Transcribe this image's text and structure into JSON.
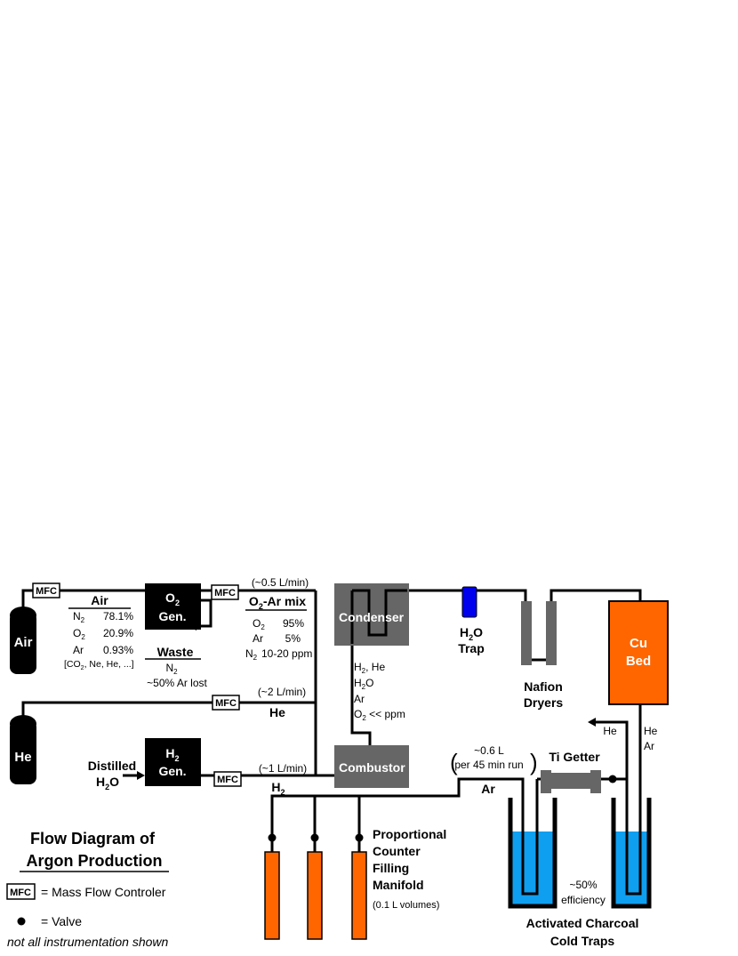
{
  "title": {
    "line1": "Flow Diagram of",
    "line2": "Argon Production"
  },
  "legend": {
    "mfc_box": "MFC",
    "mfc_text": "= Mass Flow Controler",
    "valve_text": "= Valve",
    "note": "not all instrumentation shown"
  },
  "cylinders": {
    "air": "Air",
    "he": "He"
  },
  "mfc_label": "MFC",
  "air_comp": {
    "title": "Air",
    "rows": [
      {
        "sym": "N",
        "sub": "2",
        "val": "78.1%"
      },
      {
        "sym": "O",
        "sub": "2",
        "val": "20.9%"
      },
      {
        "sym": "Ar",
        "sub": "",
        "val": "0.93%"
      }
    ],
    "trace_pre": "[CO",
    "trace_sub": "2",
    "trace_post": ", Ne, He, ...]"
  },
  "o2_gen": {
    "sym": "O",
    "sub": "2",
    "line2": "Gen."
  },
  "h2_gen": {
    "sym": "H",
    "sub": "2",
    "line2": "Gen."
  },
  "waste": {
    "title": "Waste",
    "sym": "N",
    "sub": "2",
    "note": "~50% Ar lost"
  },
  "o2ar": {
    "flow": "(~0.5 L/min)",
    "title_sym": "O",
    "title_sub": "2",
    "title_rest": "-Ar mix",
    "rows": [
      {
        "sym": "O",
        "sub": "2",
        "val": "95%"
      },
      {
        "sym": "Ar",
        "sub": "",
        "val": "5%"
      },
      {
        "sym": "N",
        "sub": "2",
        "val": "10-20 ppm"
      }
    ]
  },
  "he_line": {
    "flow": "(~2 L/min)",
    "label": "He"
  },
  "h2_line": {
    "flow": "(~1 L/min)",
    "sym": "H",
    "sub": "2"
  },
  "distilled": {
    "line1": "Distilled",
    "sym": "H",
    "sub": "2",
    "post": "O"
  },
  "condenser": "Condenser",
  "combustor": "Combustor",
  "gas_list": {
    "l1": "H",
    "l1sub": "2",
    "l1post": ", He",
    "l2sym": "H",
    "l2sub": "2",
    "l2post": "O",
    "l3": "Ar",
    "l4sym": "O",
    "l4sub": "2",
    "l4post": " << ppm"
  },
  "h2o_trap": {
    "sym": "H",
    "sub": "2",
    "post": "O",
    "line2": "Trap"
  },
  "nafion": {
    "line1": "Nafion",
    "line2": "Dryers"
  },
  "cu_bed": {
    "line1": "Cu",
    "line2": "Bed"
  },
  "he_out": "He",
  "he_ar": {
    "line1": "He",
    "line2": "Ar"
  },
  "ti_getter": "Ti Getter",
  "run_info": {
    "line1": "~0.6 L",
    "line2": "per 45 min run"
  },
  "ar_label": "Ar",
  "efficiency": {
    "line1": "~50%",
    "line2": "efficiency"
  },
  "charcoal": {
    "line1": "Activated Charcoal",
    "line2": "Cold Traps"
  },
  "manifold": {
    "line1": "Proportional",
    "line2": "Counter",
    "line3": "Filling",
    "line4": "Manifold",
    "note": "(0.1 L volumes)"
  },
  "colors": {
    "equipment_black": "#000000",
    "equipment_gray": "#666666",
    "orange": "#ff6600",
    "trap_blue": "#0000ee",
    "water_blue": "#0f9ff0"
  }
}
